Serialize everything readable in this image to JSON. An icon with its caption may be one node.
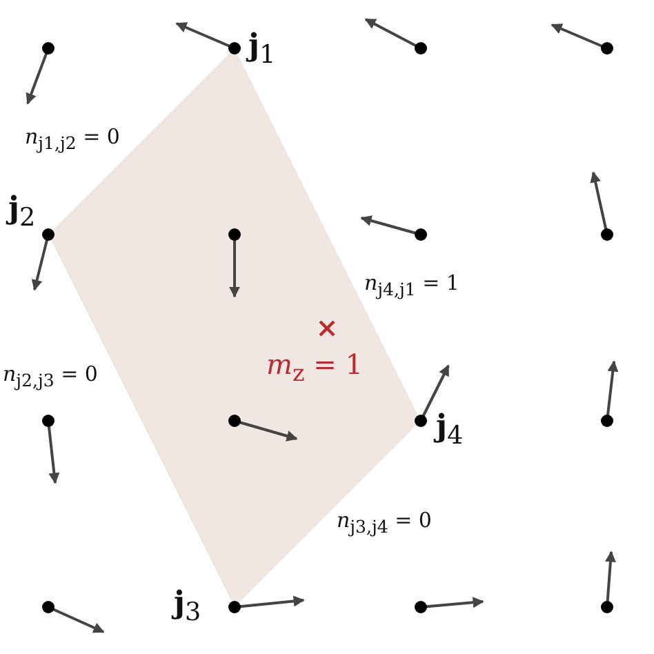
{
  "diagram": {
    "nodes": [
      {
        "text": [
          "*m*$_{z}$ = 1"
        ]
      }
    ],
    "edges": [],
    "labels": [
      "**j**$_{1}$",
      "*n*$_{j1,j2}$ = 0",
      "**j**$_{2}$",
      "*n*$_{j4,j1}$ = 1",
      "*n*$_{j2,j3}$ = 0",
      "**j**$_{4}$",
      "*n*$_{j3,j4}$ = 0",
      "**j**$_{3}$"
    ]
  }
}
